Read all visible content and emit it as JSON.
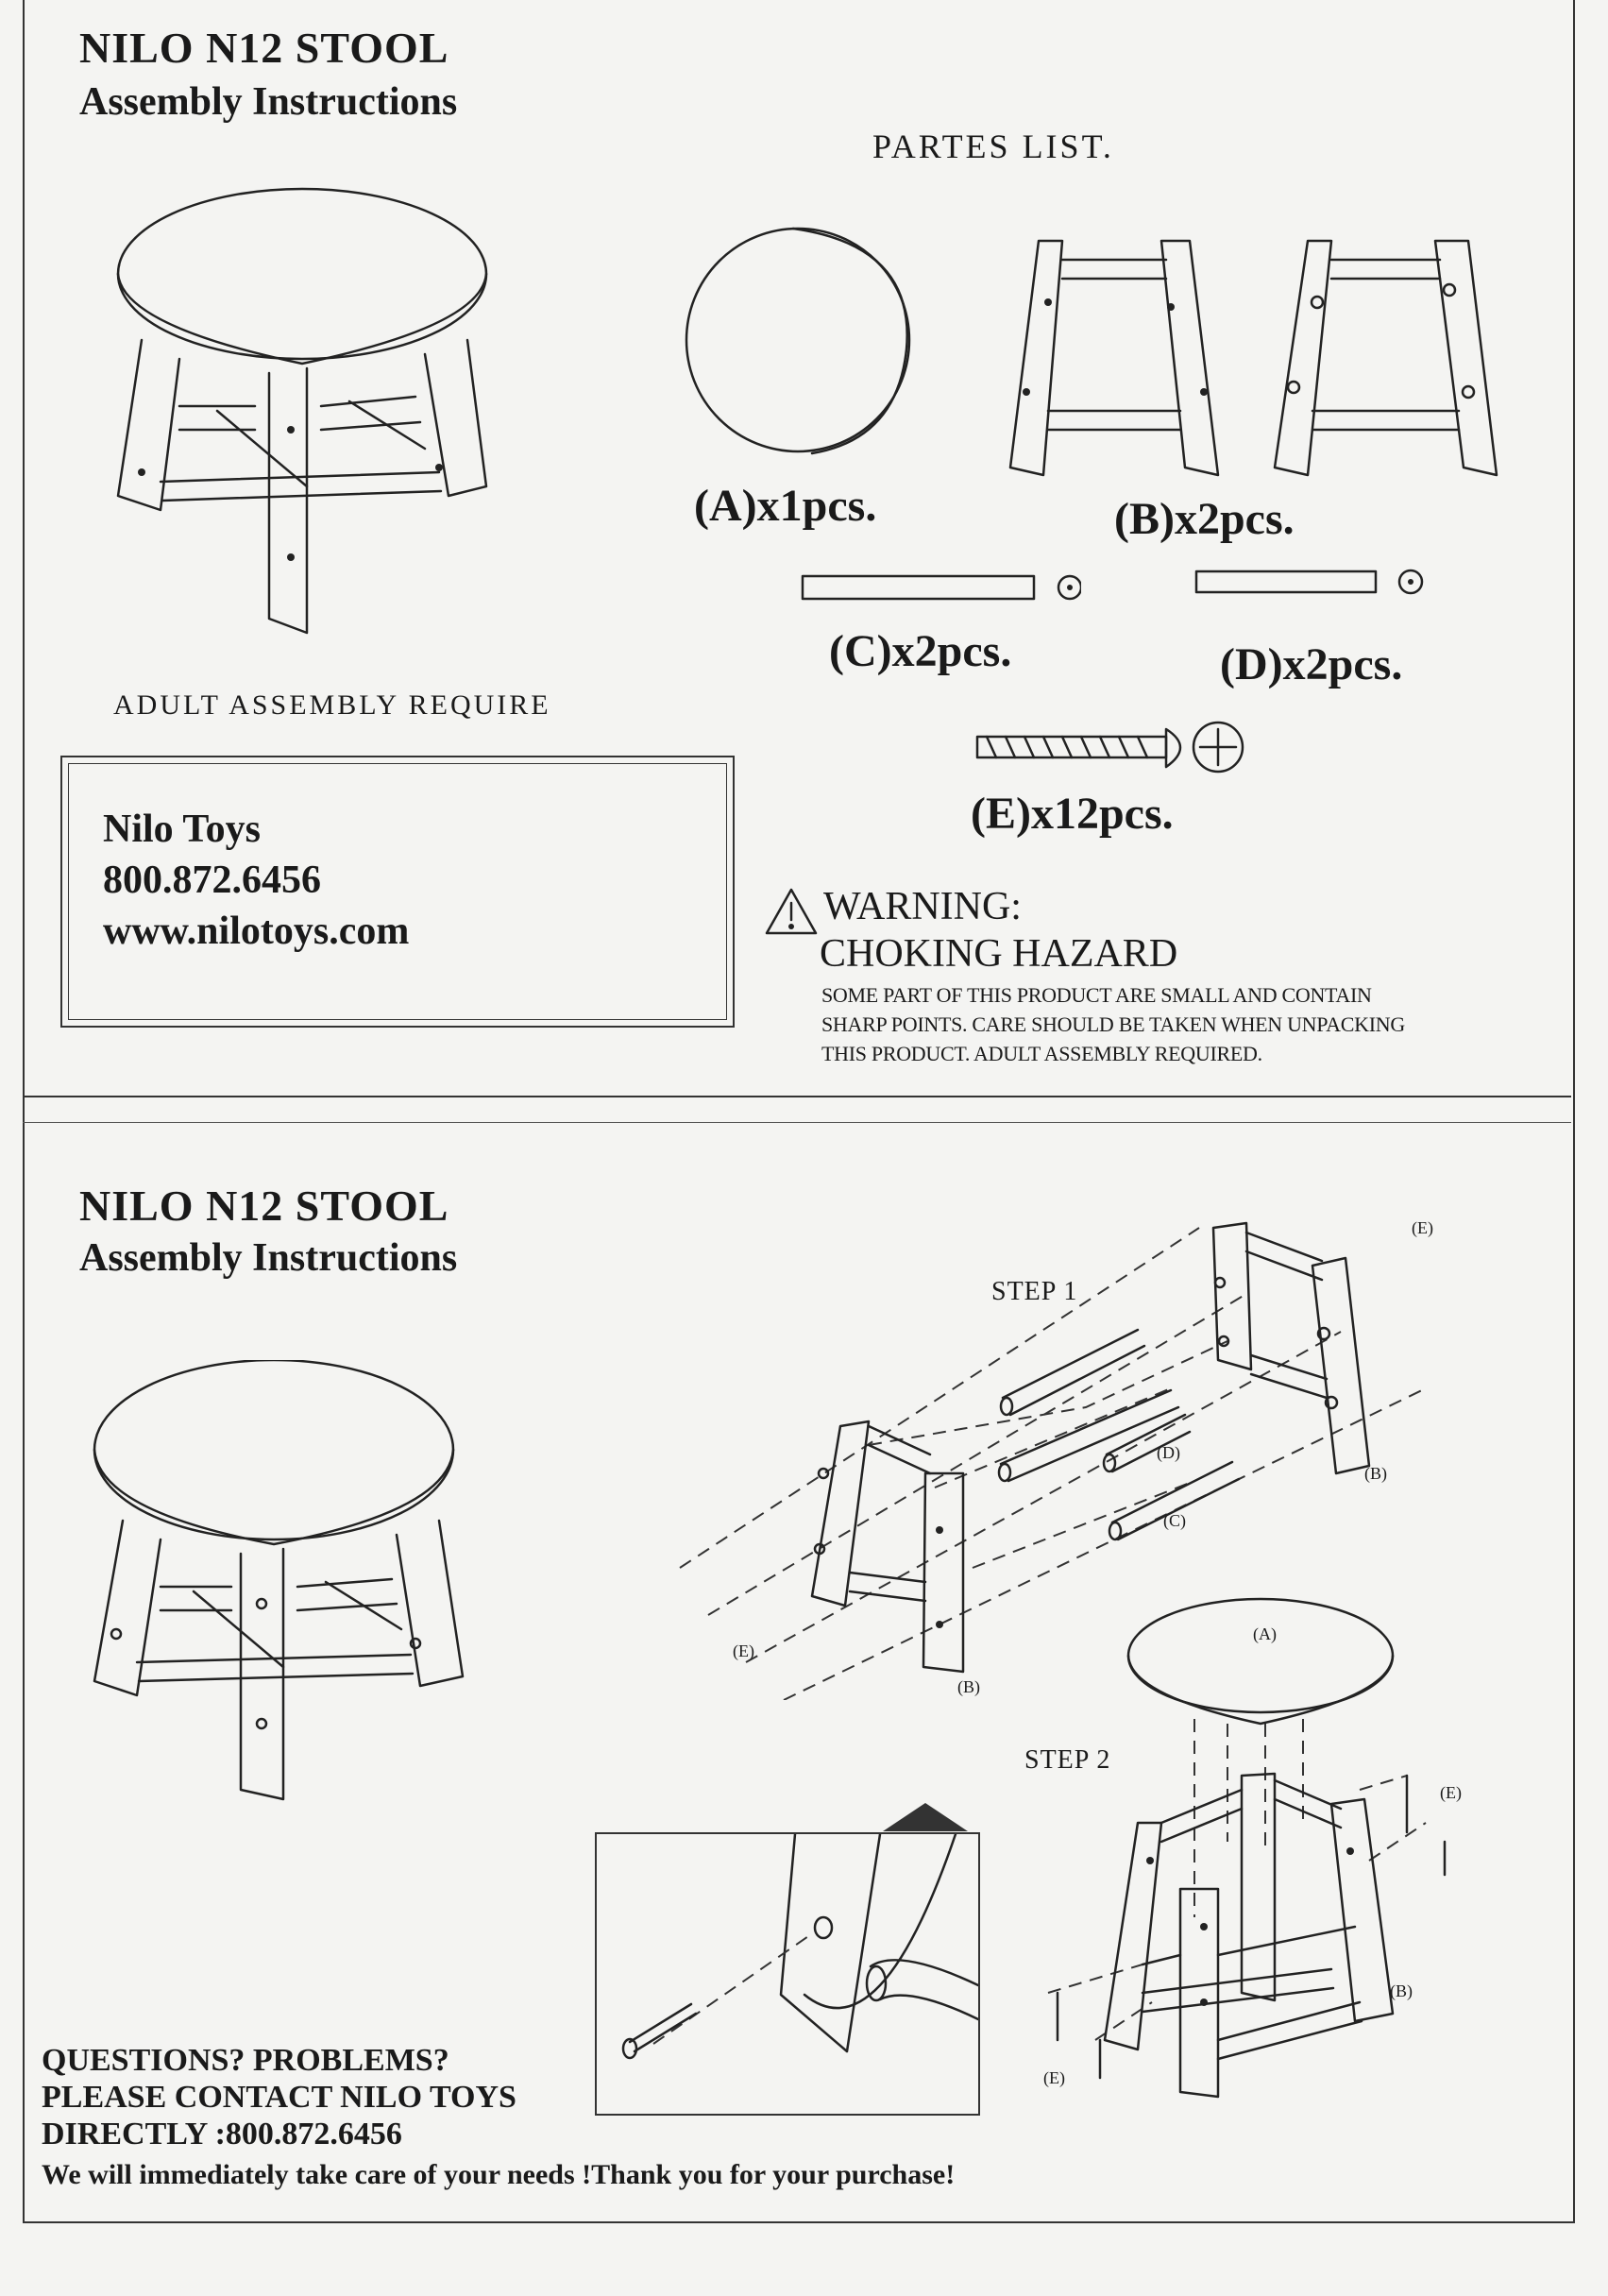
{
  "header": {
    "title": "NILO N12 STOOL",
    "subtitle": "Assembly Instructions"
  },
  "parts": {
    "heading": "PARTES LIST.",
    "a": "(A)x1pcs.",
    "b": "(B)x2pcs.",
    "c": "(C)x2pcs.",
    "d": "(D)x2pcs.",
    "e": "(E)x12pcs."
  },
  "adult_note": "ADULT ASSEMBLY REQUIRE",
  "contact": {
    "company": "Nilo Toys",
    "phone": "800.872.6456",
    "website": "www.nilotoys.com"
  },
  "warning": {
    "title": "WARNING:",
    "hazard": "CHOKING HAZARD",
    "line1": "SOME PART OF THIS PRODUCT ARE SMALL AND CONTAIN",
    "line2": "SHARP POINTS. CARE SHOULD BE TAKEN WHEN UNPACKING",
    "line3": "THIS PRODUCT. ADULT ASSEMBLY REQUIRED."
  },
  "steps": {
    "step1": "STEP 1",
    "step2": "STEP 2",
    "labels": {
      "a": "(A)",
      "b": "(B)",
      "c": "(C)",
      "d": "(D)",
      "e": "(E)"
    }
  },
  "footer": {
    "q1": "QUESTIONS? PROBLEMS?",
    "q2": "PLEASE CONTACT NILO TOYS",
    "q3": "DIRECTLY :800.872.6456",
    "thanks": "We will immediately take care of your needs !Thank you for your purchase!"
  }
}
